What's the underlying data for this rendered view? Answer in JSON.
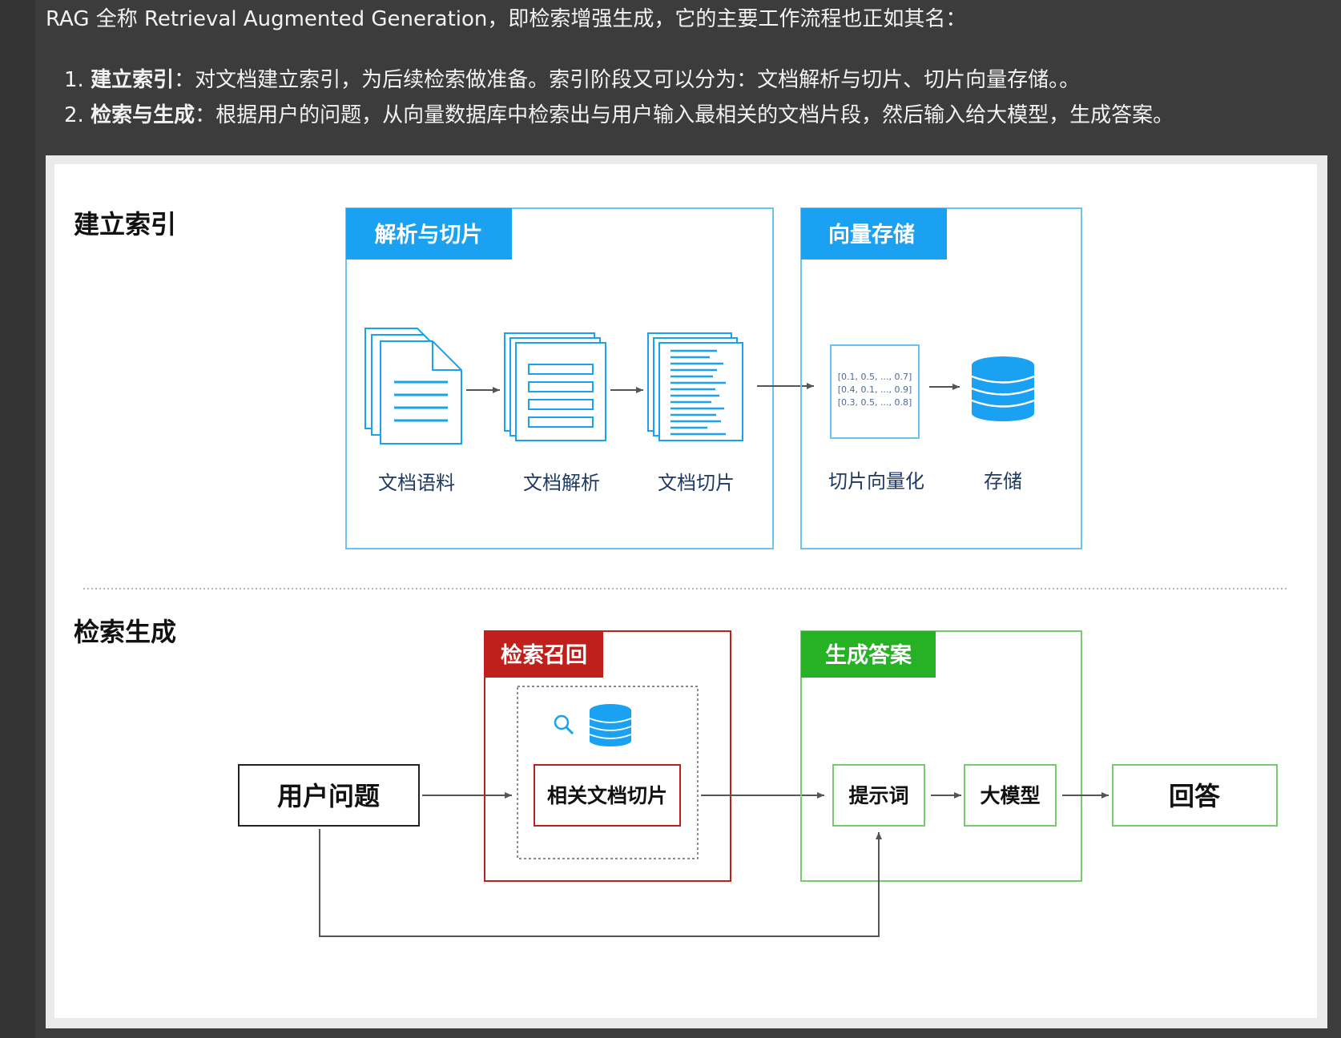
{
  "intro": {
    "text": "RAG 全称 Retrieval Augmented Generation，即检索增强生成，它的主要工作流程也正如其名："
  },
  "steps": [
    {
      "num": "1.",
      "title": "建立索引",
      "text": "：对文档建立索引，为后续检索做准备。索引阶段又可以分为：文档解析与切片、切片向量存储。。"
    },
    {
      "num": "2.",
      "title": "检索与生成",
      "text": "：根据用户的问题，从向量数据库中检索出与用户输入最相关的文档片段，然后输入给大模型，生成答案。"
    }
  ],
  "diagram": {
    "index_section_label": "建立索引",
    "retrieval_section_label": "检索生成",
    "parse_box_title": "解析与切片",
    "vector_box_title": "向量存储",
    "parse_steps": [
      "文档语料",
      "文档解析",
      "文档切片"
    ],
    "vector_steps": [
      "切片向量化",
      "存储"
    ],
    "vector_lines": [
      "[0.1, 0.5, ..., 0.7]",
      "[0.4, 0.1, ..., 0.9]",
      "[0.3, 0.5, ..., 0.8]"
    ],
    "recall_box_title": "检索召回",
    "generate_box_title": "生成答案",
    "user_question": "用户问题",
    "related_chunks": "相关文档切片",
    "prompt": "提示词",
    "llm": "大模型",
    "answer": "回答",
    "colors": {
      "blue": "#1ba1f2",
      "blue_border": "#6cc3ef",
      "red": "#c0201c",
      "green": "#27b226",
      "green_border": "#79c96f"
    }
  }
}
